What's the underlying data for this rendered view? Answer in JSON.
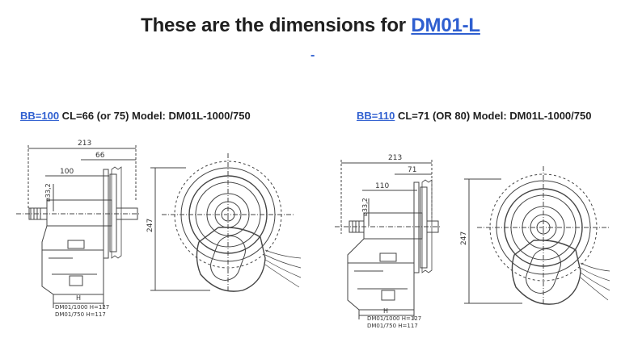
{
  "header": {
    "title_prefix": "These are the dimensions for ",
    "title_link": "DM01-L",
    "dash": "-"
  },
  "left": {
    "bb_link": "BB=100",
    "caption_rest": " CL=66 (or 75) Model: DM01L-1000/750",
    "dims": {
      "total": "213",
      "cl": "66",
      "bb": "100",
      "diam": "ø33,2",
      "height": "247",
      "h": "H"
    },
    "notes": [
      "DM01/1000   H=127",
      "DM01/750   H=117"
    ]
  },
  "right": {
    "bb_link": "BB=110",
    "caption_rest": " CL=71 (OR 80) Model: DM01L-1000/750",
    "dims": {
      "total": "213",
      "cl": "71",
      "bb": "110",
      "diam": "ø33,2",
      "height": "247",
      "h": "H"
    },
    "notes": [
      "DM01/1000   H=127",
      "DM01/750   H=117"
    ]
  }
}
